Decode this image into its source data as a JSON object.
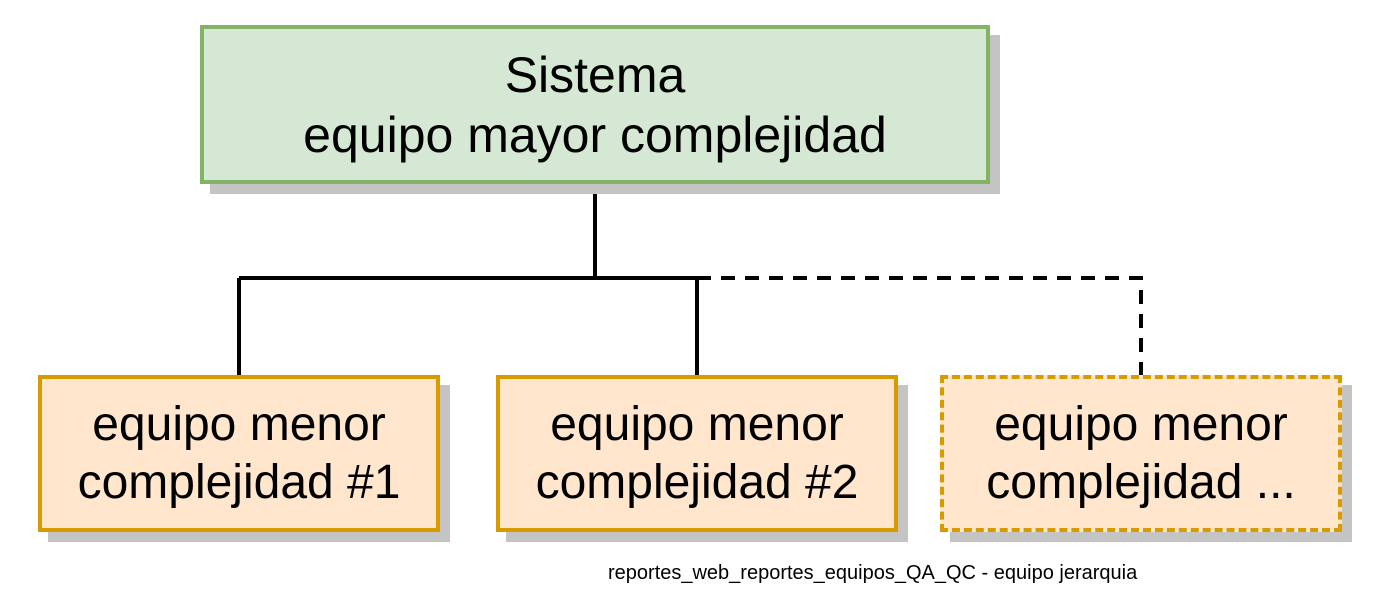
{
  "diagram": {
    "root": {
      "line1": "Sistema",
      "line2": "equipo mayor complejidad"
    },
    "children": [
      {
        "line1": "equipo menor",
        "line2": "complejidad #1"
      },
      {
        "line1": "equipo menor",
        "line2": "complejidad #2"
      },
      {
        "line1": "equipo menor",
        "line2": "complejidad ..."
      }
    ],
    "caption": "reportes_web_reportes_equipos_QA_QC - equipo jerarquia"
  },
  "colors": {
    "root_fill": "#d5e8d4",
    "root_border": "#82b366",
    "child_fill": "#ffe6cc",
    "child_border": "#d79b00",
    "shadow": "#c4c4c4",
    "connector": "#000000"
  }
}
